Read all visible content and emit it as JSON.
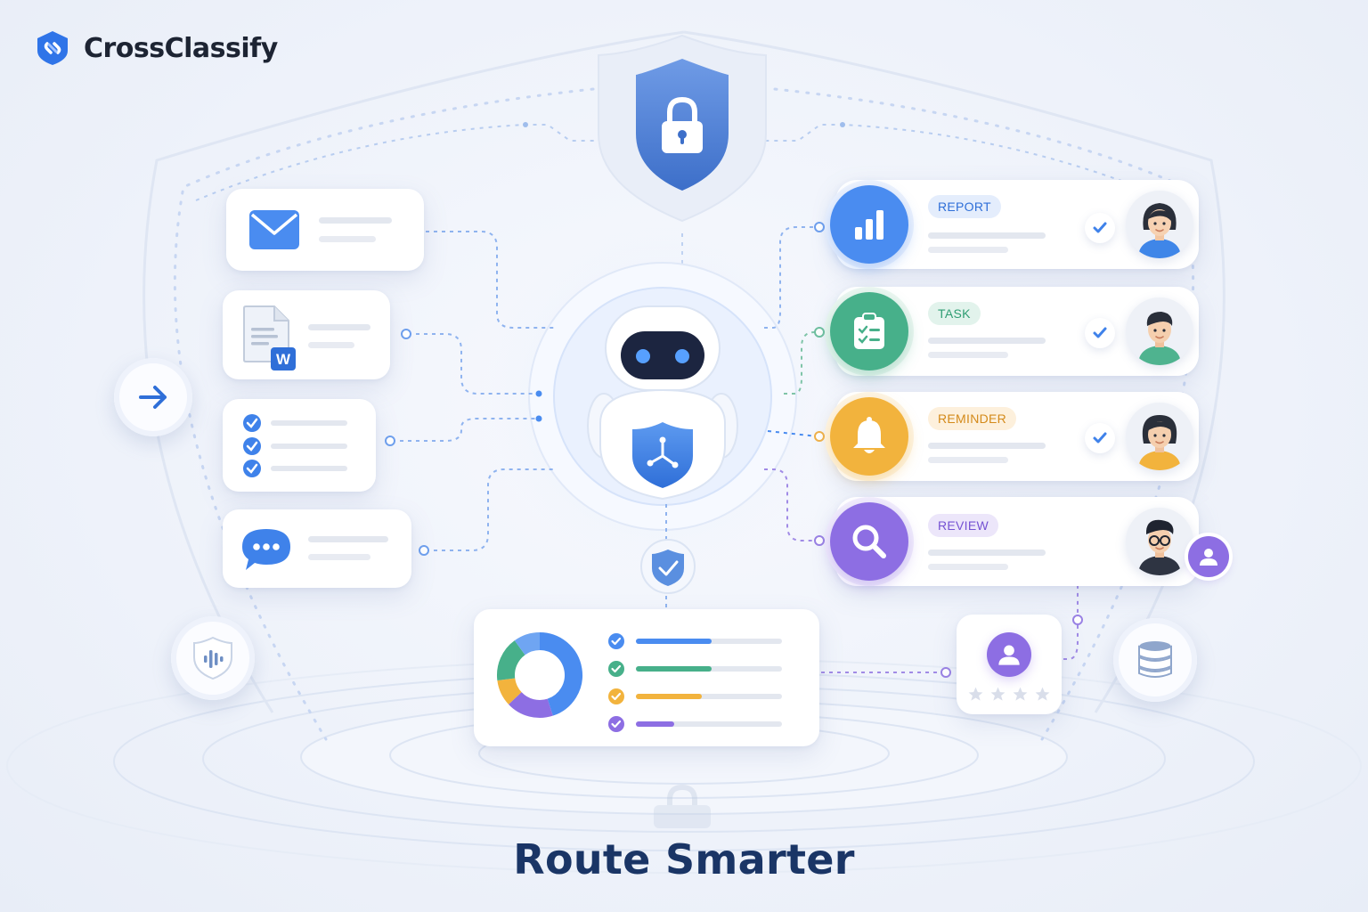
{
  "brand": {
    "name": "CrossClassify",
    "logo_icon": "crossclassify-logo-icon",
    "color": "#2f74e8"
  },
  "headline": "Route Smarter",
  "inputs": [
    {
      "name": "email-icon"
    },
    {
      "name": "word-document-icon",
      "badge": "W"
    },
    {
      "name": "checklist-icon"
    },
    {
      "name": "chat-bubble-icon"
    }
  ],
  "outputs": [
    {
      "label": "REPORT",
      "icon": "bar-chart-icon",
      "color": "#4a8cf0",
      "checked": true
    },
    {
      "label": "TASK",
      "icon": "clipboard-check-icon",
      "color": "#47b08a",
      "checked": true
    },
    {
      "label": "REMINDER",
      "icon": "bell-icon",
      "color": "#f2b33d",
      "checked": true
    },
    {
      "label": "REVIEW",
      "icon": "magnifier-icon",
      "color": "#8d6ee3",
      "checked": false
    }
  ],
  "summary_panel": {
    "icon": "donut-chart-icon",
    "rows": [
      {
        "color": "#4a8cf0",
        "progress": 0.52
      },
      {
        "color": "#47b08a",
        "progress": 0.52
      },
      {
        "color": "#f2b33d",
        "progress": 0.45
      },
      {
        "color": "#8d6ee3",
        "progress": 0.26
      }
    ]
  },
  "rating": {
    "stars_total": 4,
    "stars_filled": 0
  },
  "colors": {
    "accent": "#2f74e8",
    "headline": "#1a3566",
    "background": "#eef2fa"
  }
}
